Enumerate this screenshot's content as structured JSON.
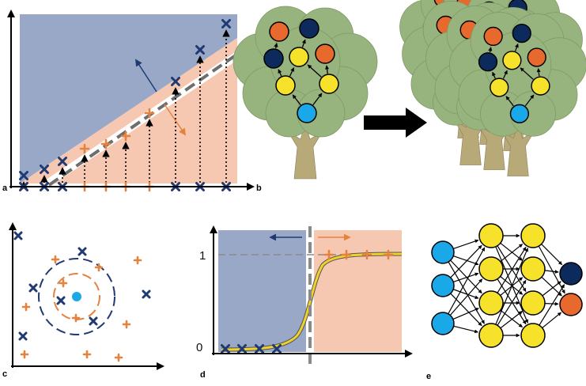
{
  "panel_labels": {
    "a": "a",
    "b": "b",
    "c": "c",
    "d": "d",
    "e": "e"
  },
  "panel_d": {
    "y_tick_top": "1",
    "y_tick_bottom": "0"
  },
  "colors": {
    "blue_region": "#9aa8c8",
    "orange_region": "#f6c8b2",
    "navy": "#1f3a73",
    "orange": "#e5823e",
    "tree_canopy": "#98b47e",
    "trunk": "#b8a978",
    "node_navy": "#0d2a5c",
    "node_orange": "#e8692e",
    "node_yellow": "#f6e22a",
    "node_cyan": "#1aa8e8",
    "sigmoid": "#f0d22a"
  },
  "icons": [
    "x-marker",
    "plus-marker",
    "arrow-right-icon",
    "decision-tree-icon",
    "random-forest-icon",
    "neural-network-icon"
  ]
}
